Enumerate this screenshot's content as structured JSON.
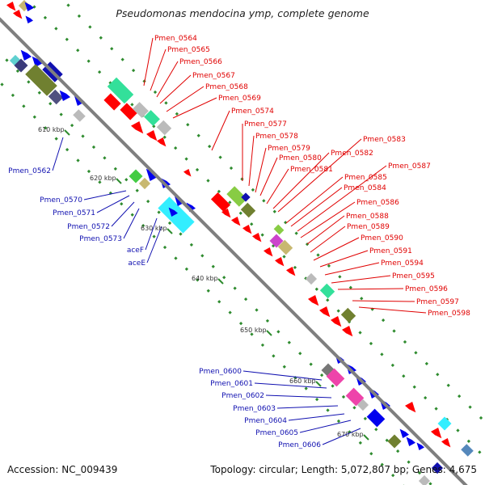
{
  "title": "Pseudomonas mendocina ymp, complete genome",
  "accession_text": "Accession: NC_009439",
  "summary_text": "Topology: circular; Length: 5,072,807 bp; Genes: 4,675",
  "colors": {
    "backbone": "#8a8a8a",
    "forward_label": "#e00000",
    "reverse_label": "#1010b0",
    "tick": "#2e8b2e",
    "forward_gene": "#ff0000",
    "reverse_gene": "#0000ee"
  },
  "scale_ticks": [
    "610 kbp",
    "620 kbp",
    "630 kbp",
    "640 kbp",
    "650 kbp",
    "660 kbp",
    "670 kbp"
  ],
  "forward_labels": [
    "Pmen_0564",
    "Pmen_0565",
    "Pmen_0566",
    "Pmen_0567",
    "Pmen_0568",
    "Pmen_0569",
    "Pmen_0574",
    "Pmen_0577",
    "Pmen_0578",
    "Pmen_0579",
    "Pmen_0580",
    "Pmen_0581",
    "Pmen_0582",
    "Pmen_0583",
    "Pmen_0585",
    "Pmen_0584",
    "Pmen_0587",
    "Pmen_0586",
    "Pmen_0588",
    "Pmen_0589",
    "Pmen_0590",
    "Pmen_0591",
    "Pmen_0594",
    "Pmen_0595",
    "Pmen_0596",
    "Pmen_0597",
    "Pmen_0598"
  ],
  "reverse_labels": [
    "Pmen_0562",
    "Pmen_0570",
    "Pmen_0571",
    "Pmen_0572",
    "Pmen_0573",
    "aceF",
    "aceE",
    "Pmen_0600",
    "Pmen_0601",
    "Pmen_0602",
    "Pmen_0603",
    "Pmen_0604",
    "Pmen_0605",
    "Pmen_0606"
  ]
}
